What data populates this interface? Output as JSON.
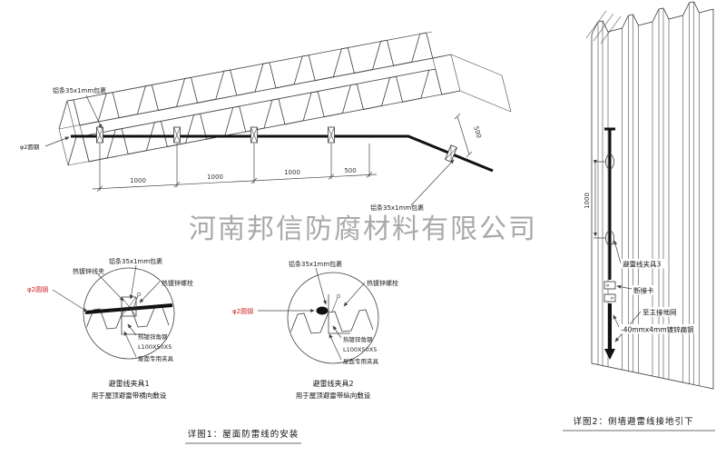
{
  "watermark": "河南邦信防腐材料有限公司",
  "main_view": {
    "caption": "详图1：屋面防雷线的安装",
    "label_alu_strip": "铝条35x1mm包裹",
    "label_round_steel": "φ2圆钢",
    "dims": [
      "1000",
      "1000",
      "1000",
      "500",
      "500"
    ]
  },
  "clamp_detail_1": {
    "title": "避雷线夹具1",
    "subtitle": "用于屋顶避雷带横向敷设",
    "label_wire_clip": "热镀锌线夹",
    "label_alu_strip": "铝条35x1mm包裹",
    "label_bolt": "热镀锌螺栓",
    "label_round_steel": "φ2圆钢",
    "label_angle_steel": "热镀锌角钢",
    "label_angle_spec": "L100X50X5",
    "label_roof_clamp": "屋面专用夹具"
  },
  "clamp_detail_2": {
    "title": "避雷线夹具2",
    "subtitle": "用于屋顶避雷带纵向敷设",
    "label_alu_strip": "铝条35x1mm包裹",
    "label_bolt": "热镀锌螺栓",
    "label_round_steel": "φ2圆钢",
    "label_angle_steel": "热镀锌角钢",
    "label_angle_spec": "L100X50X5",
    "label_roof_clamp": "屋面专用夹具"
  },
  "wall_view": {
    "caption": "详图2：侧墙避雷线接地引下",
    "dim_height": "1000",
    "label_clamp3": "避雷线夹具3",
    "label_disconnect": "断接卡",
    "label_to_ground": "至主接地网",
    "label_flat_steel": "-40mmx4mm镀锌扁钢"
  },
  "colors": {
    "line": "#3c3c3c",
    "cable": "#111111",
    "red": "#cc1f1f",
    "watermark": "#a0a0a0"
  }
}
